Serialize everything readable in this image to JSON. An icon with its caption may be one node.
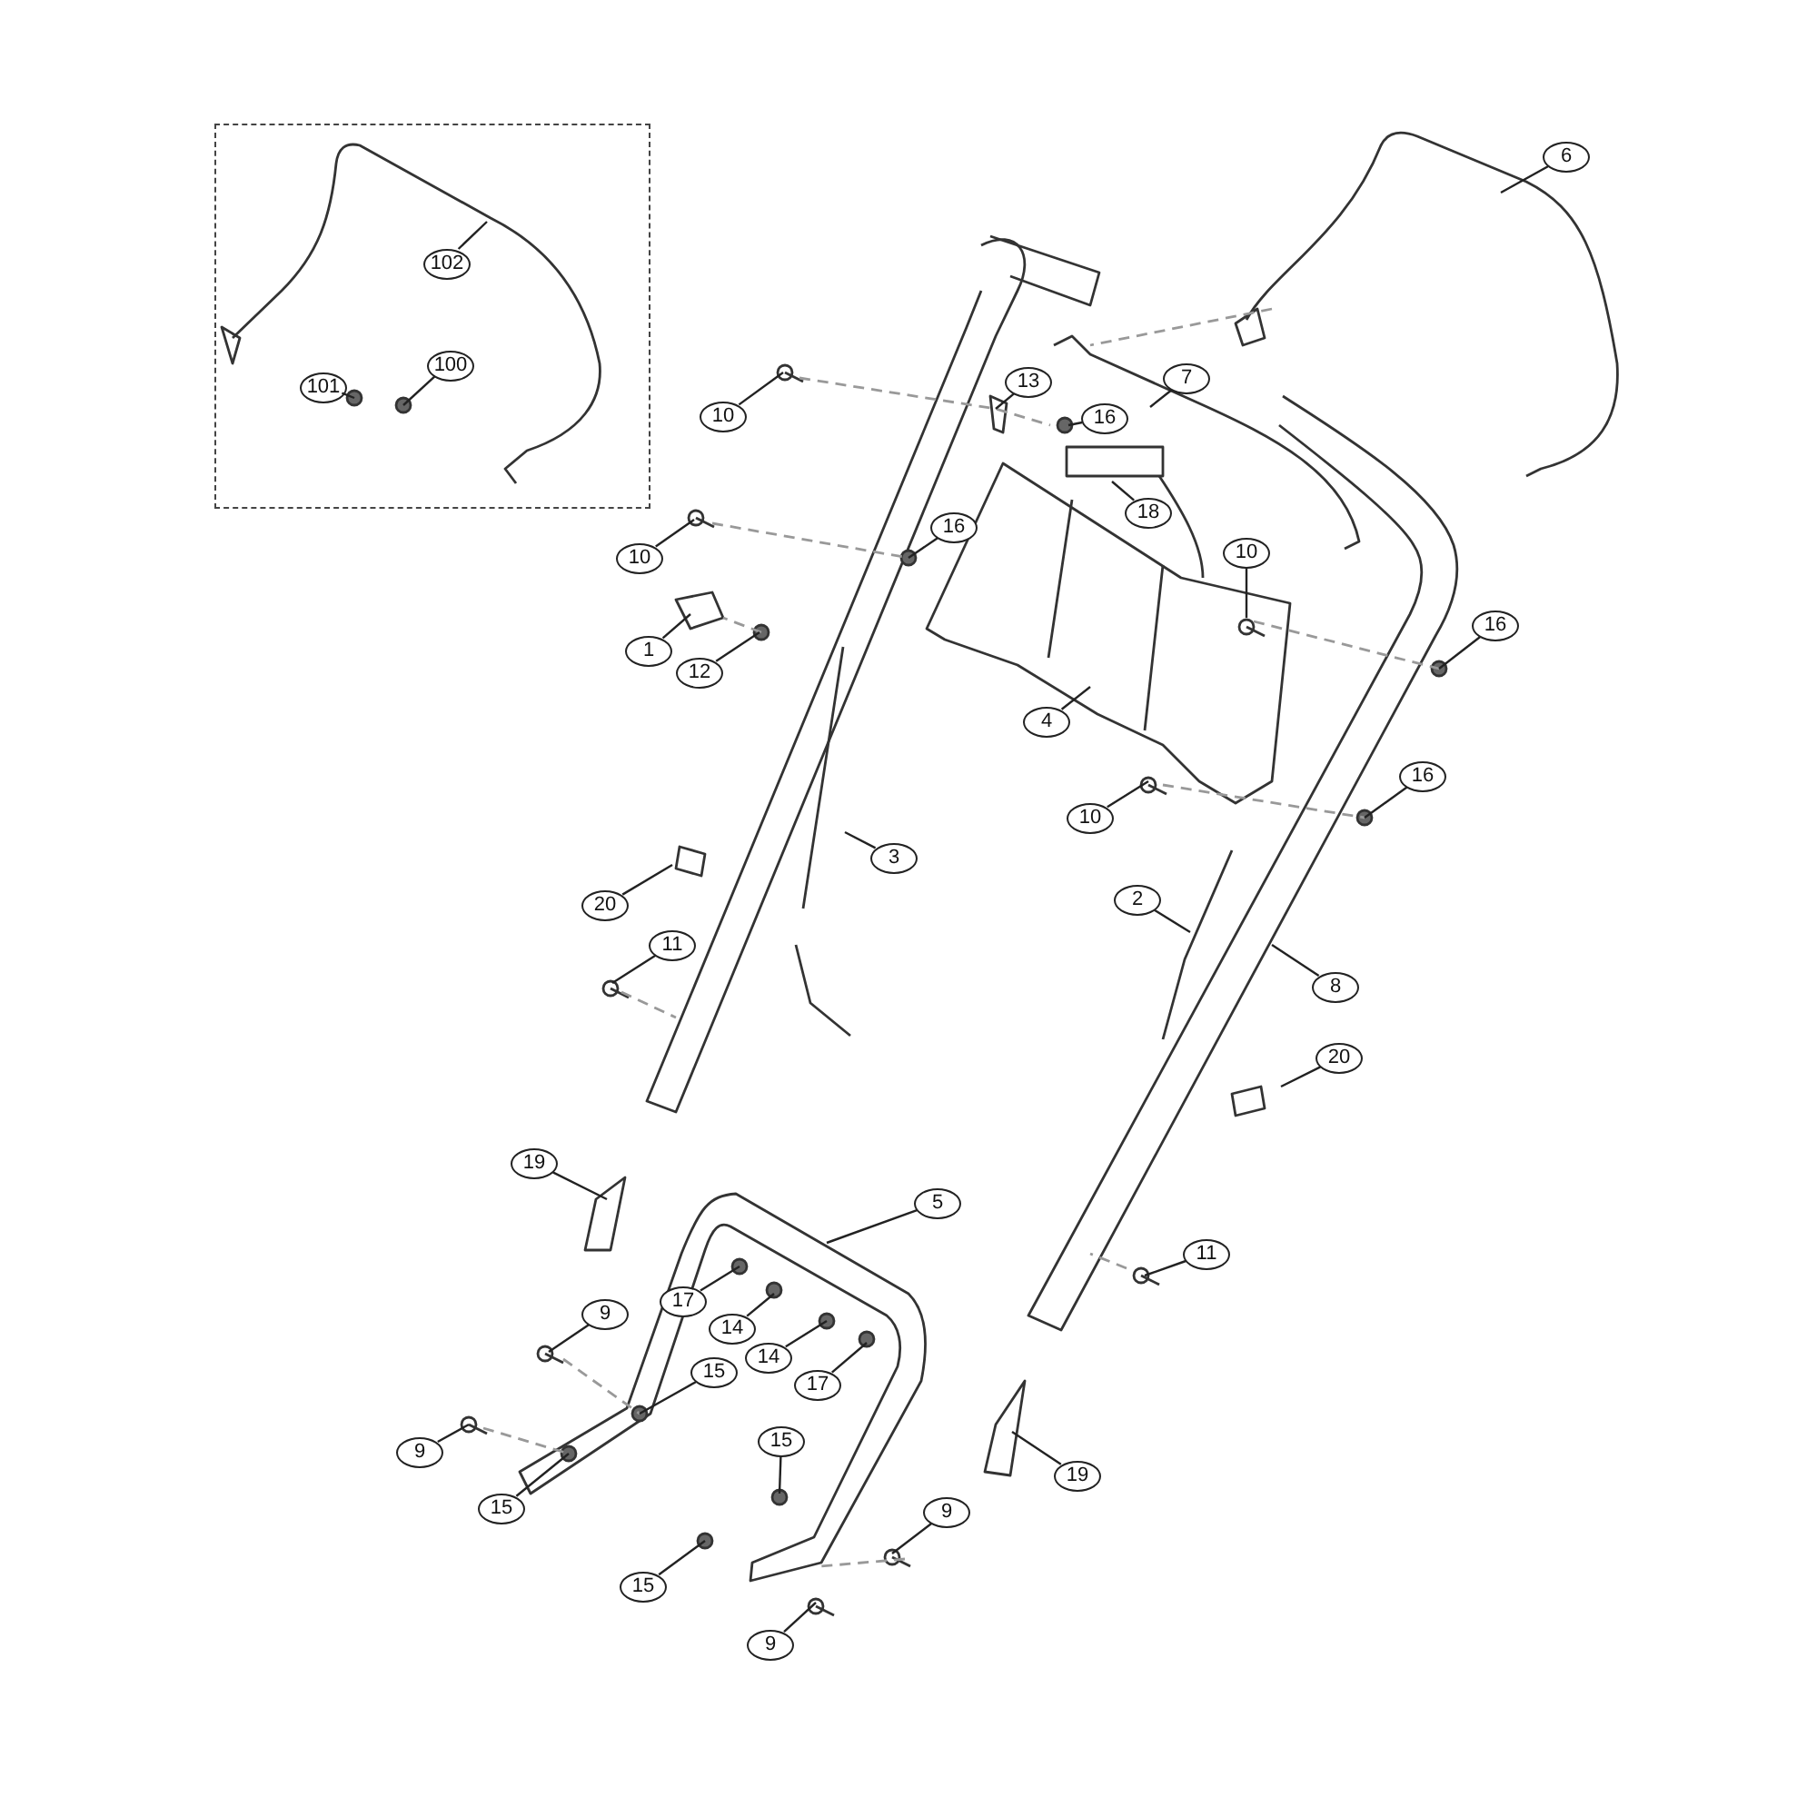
{
  "diagram": {
    "nodes": [
      {
        "text": [],
        "shape": "box"
      },
      {
        "text": [
          "102"
        ],
        "in": 0
      },
      {
        "text": [
          "100"
        ],
        "in": 0
      },
      {
        "text": [
          "101"
        ],
        "in": 0
      },
      {
        "text": [
          "6"
        ]
      },
      {
        "text": [
          "7"
        ]
      },
      {
        "text": [
          "13"
        ]
      },
      {
        "text": [
          "16"
        ]
      },
      {
        "text": [
          "10"
        ]
      },
      {
        "text": [
          "18"
        ]
      },
      {
        "text": [
          "10"
        ]
      },
      {
        "text": [
          "16"
        ]
      },
      {
        "text": [
          "10"
        ]
      },
      {
        "text": [
          "16"
        ]
      },
      {
        "text": [
          "1"
        ]
      },
      {
        "text": [
          "12"
        ]
      },
      {
        "text": [
          "4"
        ]
      },
      {
        "text": [
          "16"
        ]
      },
      {
        "text": [
          "10"
        ]
      },
      {
        "text": [
          "3"
        ]
      },
      {
        "text": [
          "20"
        ]
      },
      {
        "text": [
          "2"
        ]
      },
      {
        "text": [
          "11"
        ]
      },
      {
        "text": [
          "8"
        ]
      },
      {
        "text": [
          "20"
        ]
      },
      {
        "text": [
          "19"
        ]
      },
      {
        "text": [
          "5"
        ]
      },
      {
        "text": [
          "11"
        ]
      },
      {
        "text": [
          "17"
        ]
      },
      {
        "text": [
          "14"
        ]
      },
      {
        "text": [
          "9"
        ]
      },
      {
        "text": [
          "14"
        ]
      },
      {
        "text": [
          "17"
        ]
      },
      {
        "text": [
          "15"
        ]
      },
      {
        "text": [
          "9"
        ]
      },
      {
        "text": [
          "19"
        ]
      },
      {
        "text": [
          "15"
        ]
      },
      {
        "text": [
          "15"
        ]
      },
      {
        "text": [
          "9"
        ]
      },
      {
        "text": [
          "15"
        ]
      },
      {
        "text": [
          "9"
        ]
      }
    ],
    "edges": [
      {
        "from": 1,
        "to": null,
        "arrow": "none"
      },
      {
        "from": 2,
        "to": null,
        "arrow": "none"
      },
      {
        "from": 3,
        "to": null,
        "arrow": "none"
      },
      {
        "from": 4,
        "to": null,
        "arrow": "none"
      },
      {
        "from": 5,
        "to": null,
        "arrow": "none"
      },
      {
        "from": 6,
        "to": null,
        "arrow": "none"
      },
      {
        "from": 7,
        "to": null,
        "arrow": "none"
      },
      {
        "from": 8,
        "to": null,
        "arrow": "none"
      },
      {
        "from": 9,
        "to": null,
        "arrow": "none"
      },
      {
        "from": 10,
        "to": null,
        "arrow": "none"
      },
      {
        "from": 11,
        "to": null,
        "arrow": "none"
      },
      {
        "from": 12,
        "to": null,
        "arrow": "none"
      },
      {
        "from": 13,
        "to": null,
        "arrow": "none"
      },
      {
        "from": 14,
        "to": null,
        "arrow": "none"
      },
      {
        "from": 15,
        "to": null,
        "arrow": "none"
      },
      {
        "from": 16,
        "to": null,
        "arrow": "none"
      },
      {
        "from": 17,
        "to": null,
        "arrow": "none"
      },
      {
        "from": 18,
        "to": null,
        "arrow": "none"
      },
      {
        "from": 19,
        "to": null,
        "arrow": "none"
      },
      {
        "from": 20,
        "to": null,
        "arrow": "none"
      },
      {
        "from": 21,
        "to": null,
        "arrow": "none"
      },
      {
        "from": 22,
        "to": null,
        "arrow": "none"
      },
      {
        "from": 23,
        "to": null,
        "arrow": "none"
      },
      {
        "from": 24,
        "to": null,
        "arrow": "none"
      },
      {
        "from": 25,
        "to": null,
        "arrow": "none"
      },
      {
        "from": 26,
        "to": null,
        "arrow": "none"
      },
      {
        "from": 27,
        "to": null,
        "arrow": "none"
      },
      {
        "from": 28,
        "to": null,
        "arrow": "none"
      },
      {
        "from": 29,
        "to": null,
        "arrow": "none"
      },
      {
        "from": 30,
        "to": null,
        "arrow": "none"
      },
      {
        "from": 31,
        "to": null,
        "arrow": "none"
      },
      {
        "from": 32,
        "to": null,
        "arrow": "none"
      },
      {
        "from": 33,
        "to": null,
        "arrow": "none"
      },
      {
        "from": 34,
        "to": null,
        "arrow": "none"
      },
      {
        "from": 35,
        "to": null,
        "arrow": "none"
      },
      {
        "from": 36,
        "to": null,
        "arrow": "none"
      },
      {
        "from": 37,
        "to": null,
        "arrow": "none"
      },
      {
        "from": 38,
        "to": null,
        "arrow": "none"
      },
      {
        "from": 39,
        "to": null,
        "arrow": "none"
      },
      {
        "from": 40,
        "to": null,
        "arrow": "none"
      }
    ]
  }
}
